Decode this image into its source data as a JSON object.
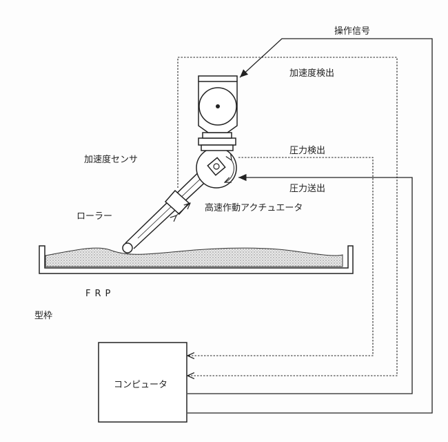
{
  "labels": {
    "operation_signal": "操作信号",
    "accel_detect": "加速度検出",
    "pressure_detect": "圧力検出",
    "pressure_send": "圧力送出",
    "accel_sensor": "加速度センサ",
    "actuator": "高速作動アクチュエータ",
    "roller": "ローラー",
    "frp": "FRP",
    "mold": "型枠",
    "computer": "コンピュータ"
  }
}
